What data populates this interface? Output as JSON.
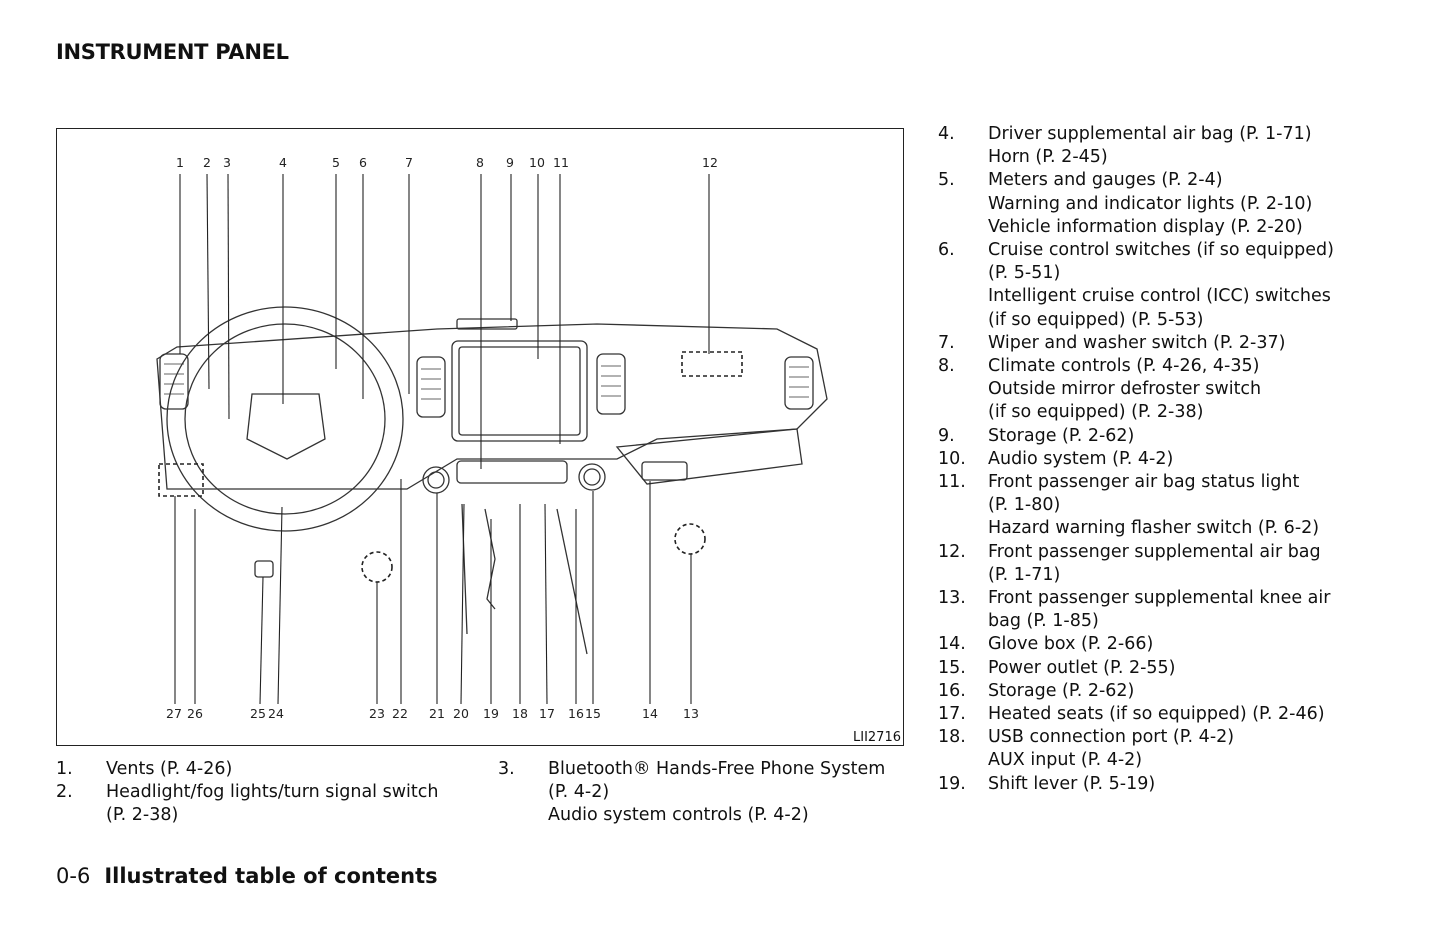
{
  "title": "INSTRUMENT PANEL",
  "figure": {
    "code": "LII2716",
    "top_labels": [
      "1",
      "2",
      "3",
      "4",
      "5",
      "6",
      "7",
      "8",
      "9",
      "10",
      "11",
      "12"
    ],
    "bottom_labels": [
      "27",
      "26",
      "25",
      "24",
      "23",
      "22",
      "21",
      "20",
      "19",
      "18",
      "17",
      "16",
      "15",
      "14",
      "13"
    ]
  },
  "list_left": [
    {
      "num": "1.",
      "lines": [
        "Vents (P. 4-26)"
      ]
    },
    {
      "num": "2.",
      "lines": [
        "Headlight/fog lights/turn signal switch",
        "(P. 2-38)"
      ]
    }
  ],
  "list_mid": [
    {
      "num": "3.",
      "lines": [
        "Bluetooth® Hands-Free Phone System",
        "(P. 4-2)",
        "Audio system controls (P. 4-2)"
      ]
    }
  ],
  "list_right": [
    {
      "num": "4.",
      "lines": [
        "Driver supplemental air bag (P. 1-71)",
        "Horn (P. 2-45)"
      ]
    },
    {
      "num": "5.",
      "lines": [
        "Meters and gauges (P. 2-4)",
        "Warning and indicator lights (P. 2-10)",
        "Vehicle information display (P. 2-20)"
      ]
    },
    {
      "num": "6.",
      "lines": [
        "Cruise control switches (if so equipped)",
        "(P. 5-51)",
        "Intelligent cruise control (ICC) switches",
        "(if so equipped) (P. 5-53)"
      ]
    },
    {
      "num": "7.",
      "lines": [
        "Wiper and washer switch (P. 2-37)"
      ]
    },
    {
      "num": "8.",
      "lines": [
        "Climate controls (P. 4-26, 4-35)",
        "Outside mirror defroster switch",
        "(if so equipped) (P. 2-38)"
      ]
    },
    {
      "num": "9.",
      "lines": [
        "Storage (P. 2-62)"
      ]
    },
    {
      "num": "10.",
      "lines": [
        "Audio system (P. 4-2)"
      ]
    },
    {
      "num": "11.",
      "lines": [
        "Front passenger air bag status light",
        "(P. 1-80)",
        "Hazard warning flasher switch (P. 6-2)"
      ]
    },
    {
      "num": "12.",
      "lines": [
        "Front passenger supplemental air bag",
        "(P. 1-71)"
      ]
    },
    {
      "num": "13.",
      "lines": [
        "Front passenger supplemental knee air",
        "bag (P. 1-85)"
      ]
    },
    {
      "num": "14.",
      "lines": [
        "Glove box (P. 2-66)"
      ]
    },
    {
      "num": "15.",
      "lines": [
        "Power outlet (P. 2-55)"
      ]
    },
    {
      "num": "16.",
      "lines": [
        "Storage (P. 2-62)"
      ]
    },
    {
      "num": "17.",
      "lines": [
        "Heated seats (if so equipped) (P. 2-46)"
      ]
    },
    {
      "num": "18.",
      "lines": [
        "USB connection port (P. 4-2)",
        "AUX input (P. 4-2)"
      ]
    },
    {
      "num": "19.",
      "lines": [
        "Shift lever (P. 5-19)"
      ]
    }
  ],
  "footer": {
    "page": "0-6",
    "section": "Illustrated table of contents"
  }
}
